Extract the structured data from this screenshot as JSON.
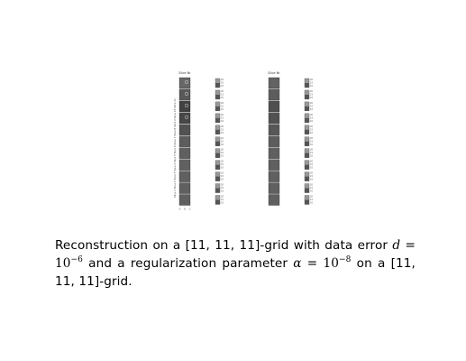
{
  "figure": {
    "panels": [
      {
        "title": "Slice Nr",
        "side_label": "Slice 1 Slice 2 Slice 3 Slice 4 Slice 5 Slice 6 Slice 7 Slice 8 Slice 9 Slice 10 Slice 11",
        "x_ticks": [
          "-1",
          "0",
          "1"
        ],
        "cells": [
          0.45,
          0.35,
          0.18,
          0.22,
          0.3,
          0.38,
          0.4,
          0.4,
          0.4,
          0.4,
          0.4
        ]
      },
      {
        "title": "Slice Nr",
        "side_label": "",
        "x_ticks": [],
        "cells": [
          0.42,
          0.38,
          0.28,
          0.3,
          0.34,
          0.38,
          0.4,
          0.4,
          0.4,
          0.4,
          0.4
        ]
      }
    ],
    "colorbar_ticks": [
      "20",
      "15",
      "10"
    ]
  },
  "caption": {
    "part1": "Reconstruction on a [11, 11, 11]-grid with data error ",
    "d": "d",
    "eq": " = ",
    "ten": "10",
    "exp_d": "−6",
    "part2": " and a regularization parameter ",
    "alpha": "α",
    "exp_alpha": "−8",
    "part3": " on a [11, 11, 11]-grid."
  }
}
